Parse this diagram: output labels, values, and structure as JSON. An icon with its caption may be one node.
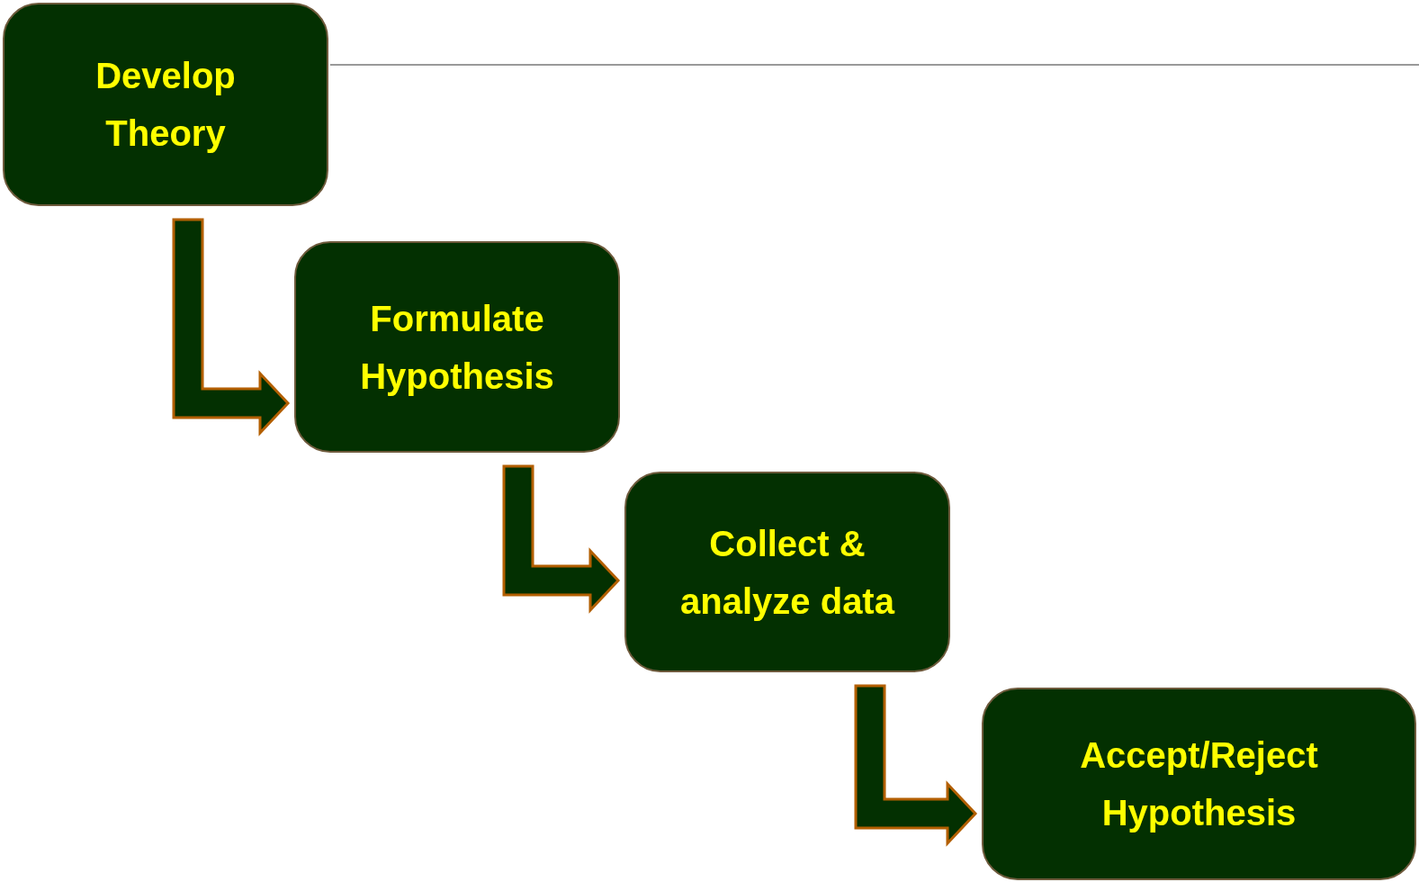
{
  "diagram": {
    "nodes": [
      {
        "text": [
          "Develop Theory"
        ]
      },
      {
        "text": [
          "Formulate Hypothesis"
        ]
      },
      {
        "text": [
          "Collect & analyze data"
        ]
      },
      {
        "text": [
          "Accept/Reject Hypothesis"
        ]
      }
    ],
    "edges": [
      {
        "from": 0,
        "to": 1,
        "arrow": "to"
      },
      {
        "from": 1,
        "to": 2,
        "arrow": "to"
      },
      {
        "from": 2,
        "to": 3,
        "arrow": "to"
      }
    ]
  }
}
